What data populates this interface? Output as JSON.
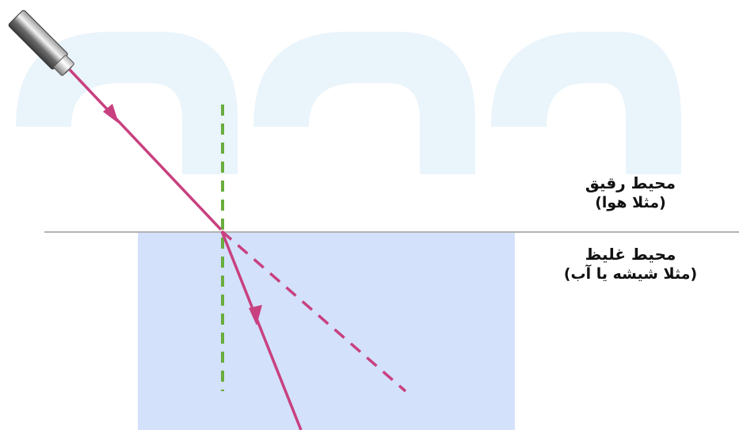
{
  "media": {
    "rare": {
      "name": "محیط رقیق",
      "example": "(مثلا هوا)"
    },
    "dense": {
      "name": "محیط غلیظ",
      "example": "(مثلا شیشه یا آب)"
    }
  },
  "colors": {
    "ray": "#c8407f",
    "normal_line": "#68ad3e",
    "dense_medium": "#d3e1fb",
    "interface_line": "#9a9a9a",
    "watermark": "#eaf4fb",
    "laser_body": "#7a7a7a"
  }
}
